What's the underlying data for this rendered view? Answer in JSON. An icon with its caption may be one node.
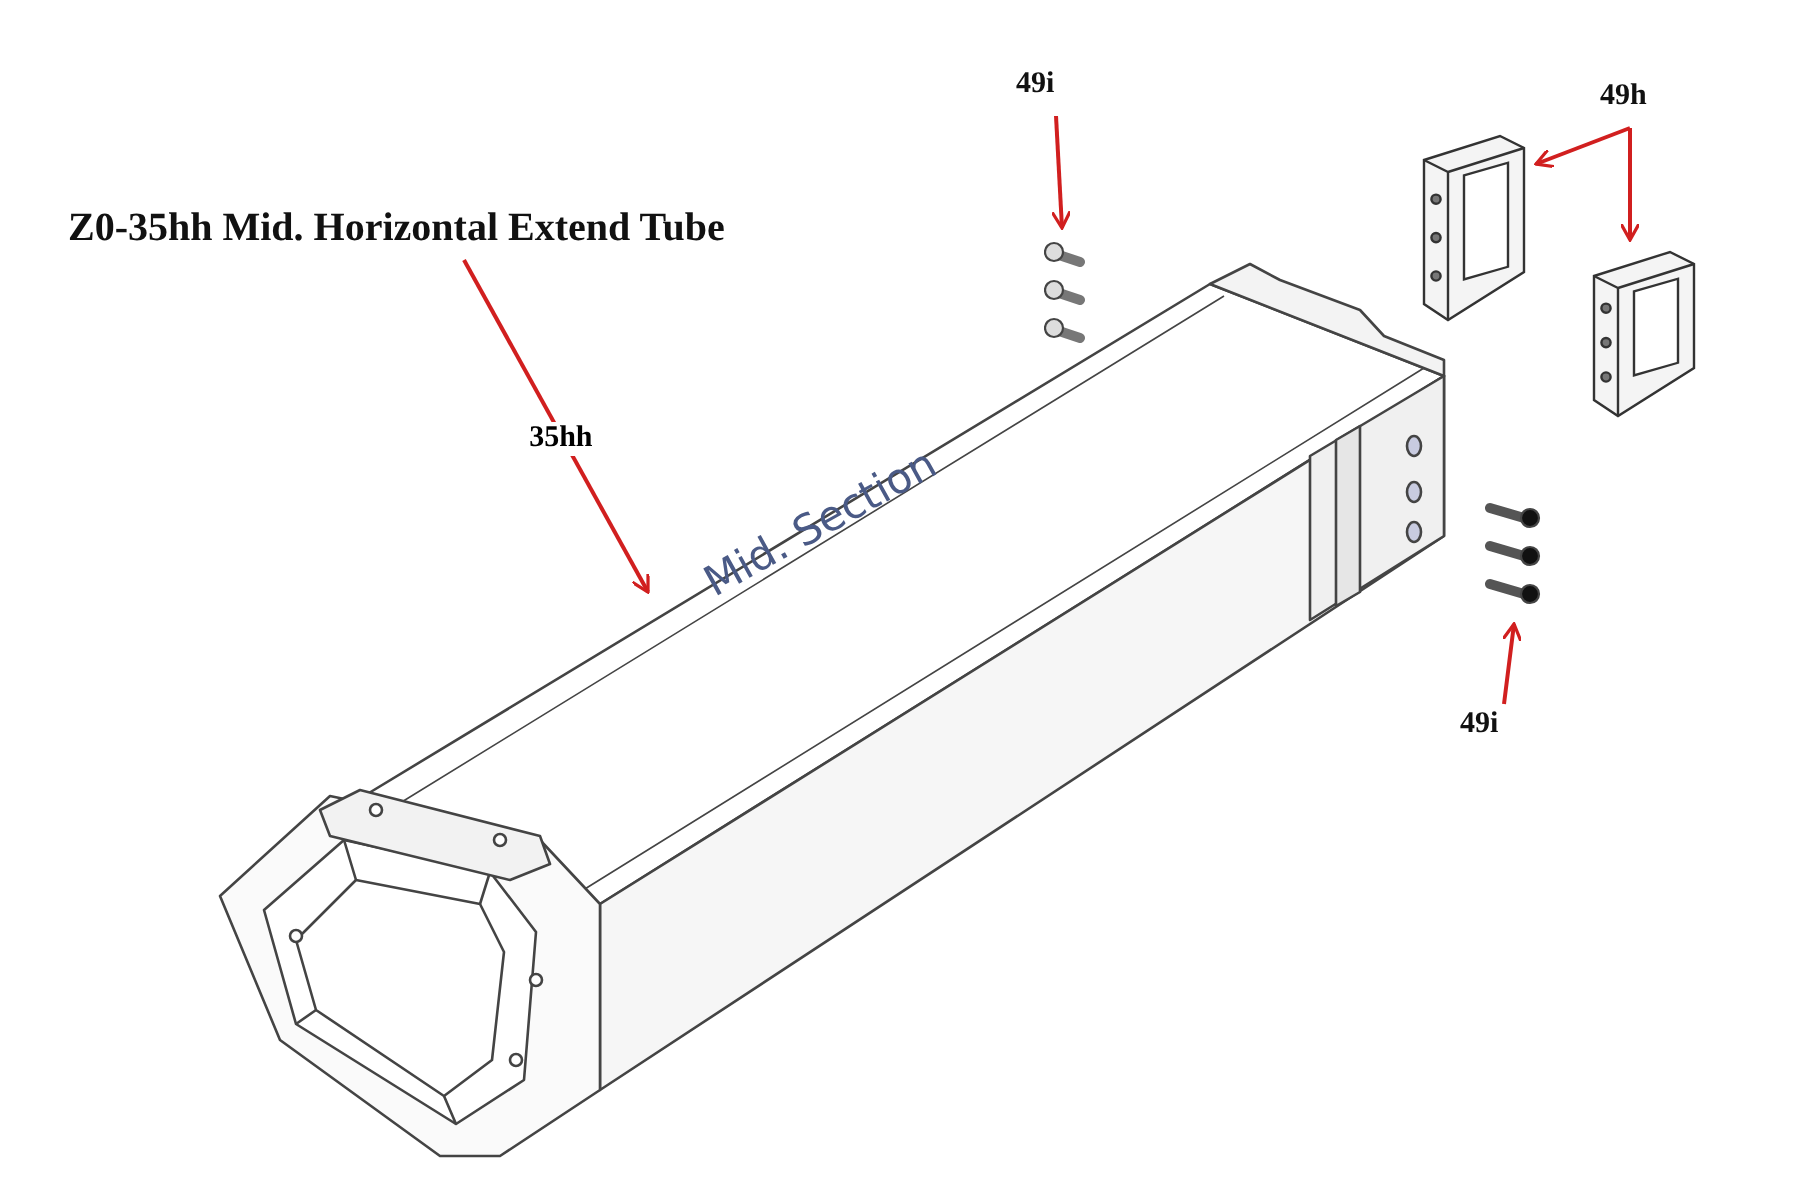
{
  "diagram": {
    "nodes": [
      {
        "text": [
          "Z0-35hh Mid. Horizontal Extend Tube"
        ]
      },
      {
        "text": [
          "Mid. Section"
        ]
      },
      {
        "text": [
          "49i"
        ]
      },
      {
        "text": [],
        "shape": "picture"
      },
      {
        "text": [
          "49h"
        ]
      },
      {
        "text": [],
        "shape": "picture"
      },
      {
        "text": [],
        "shape": "picture"
      },
      {
        "text": [
          "49i"
        ]
      },
      {
        "text": [],
        "shape": "picture"
      }
    ],
    "edges": [
      {
        "from": 0,
        "to": 1,
        "arrow": "to",
        "label": "35hh"
      },
      {
        "from": 2,
        "to": 3,
        "arrow": "to"
      },
      {
        "from": 4,
        "to": 5,
        "arrow": "to"
      },
      {
        "from": 4,
        "to": 6,
        "arrow": "to"
      },
      {
        "from": 7,
        "to": 8,
        "arrow": "to"
      }
    ]
  }
}
